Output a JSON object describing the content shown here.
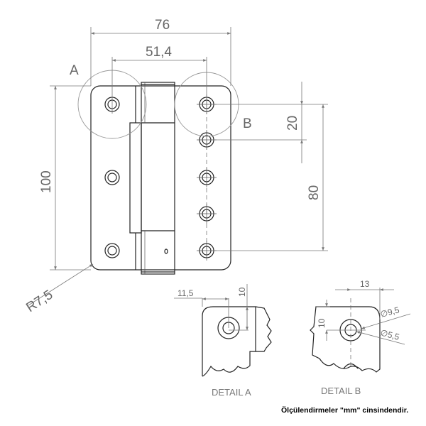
{
  "dimensions": {
    "overall_width": "76",
    "hole_spacing_width": "51,4",
    "overall_height": "100",
    "hole_pitch": "20",
    "hole_span": "80",
    "corner_radius": "R7,5"
  },
  "detail_markers": {
    "a": "A",
    "b": "B"
  },
  "detail_a": {
    "label": "DETAIL A",
    "edge_offset": "11,5",
    "top_offset": "10"
  },
  "detail_b": {
    "label": "DETAIL B",
    "edge_offset": "13",
    "top_offset": "10",
    "outer_diameter": "∅9,5",
    "inner_diameter": "∅5,5"
  },
  "note": "Ölçülendirmeler \"mm\" cinsindendir."
}
